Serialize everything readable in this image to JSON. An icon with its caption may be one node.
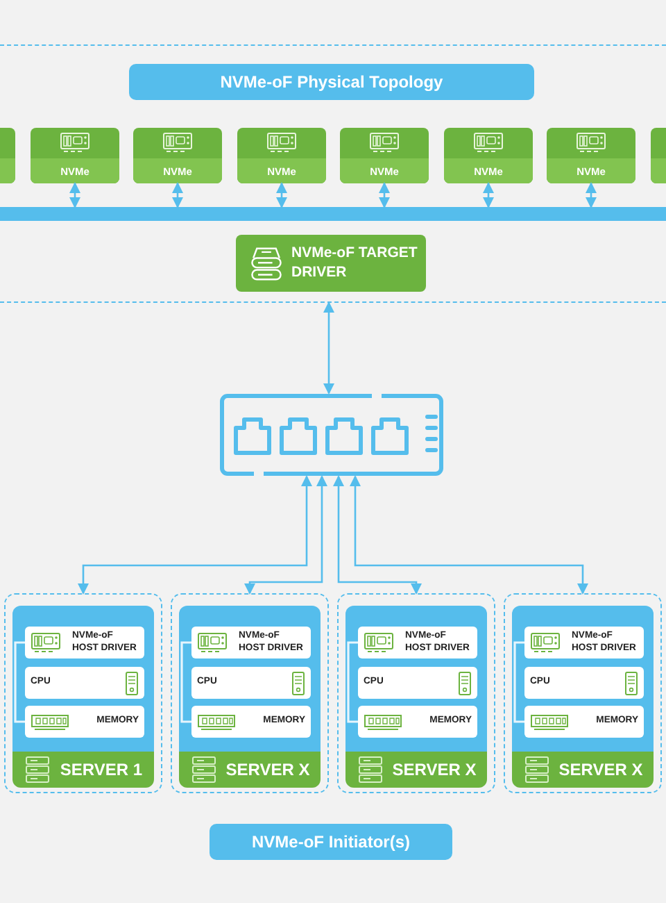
{
  "diagram": {
    "nodes": [
      {
        "text": [],
        "shape": "box"
      },
      {
        "text": [
          "NVMe-oF Physical Topology"
        ],
        "in": 0
      },
      {
        "text": [],
        "shape": "box",
        "in": 0
      },
      {
        "text": [
          "NVMe"
        ],
        "in": 0
      },
      {
        "text": [
          "NVMe"
        ],
        "in": 0
      },
      {
        "text": [
          "NVMe"
        ],
        "in": 0
      },
      {
        "text": [
          "NVMe"
        ],
        "in": 0
      },
      {
        "text": [
          "NVMe"
        ],
        "in": 0
      },
      {
        "text": [
          "NVMe"
        ],
        "in": 0
      },
      {
        "text": [],
        "shape": "box",
        "in": 0
      },
      {
        "text": [],
        "shape": "bar",
        "in": 0
      },
      {
        "text": [
          "NVMe-oF TARGET DRIVER"
        ],
        "in": 0
      },
      {
        "text": [],
        "shape": "switch"
      },
      {
        "text": [
          "SERVER 1"
        ]
      },
      {
        "text": [
          "NVMe-oF HOST DRIVER"
        ],
        "in": 13
      },
      {
        "text": [
          "CPU"
        ],
        "in": 13
      },
      {
        "text": [
          "MEMORY"
        ],
        "in": 13
      },
      {
        "text": [
          "SERVER X"
        ]
      },
      {
        "text": [
          "NVMe-oF HOST DRIVER"
        ],
        "in": 17
      },
      {
        "text": [
          "CPU"
        ],
        "in": 17
      },
      {
        "text": [
          "MEMORY"
        ],
        "in": 17
      },
      {
        "text": [
          "SERVER X"
        ]
      },
      {
        "text": [
          "NVMe-oF HOST DRIVER"
        ],
        "in": 21
      },
      {
        "text": [
          "CPU"
        ],
        "in": 21
      },
      {
        "text": [
          "MEMORY"
        ],
        "in": 21
      },
      {
        "text": [
          "SERVER X"
        ]
      },
      {
        "text": [
          "NVMe-oF HOST DRIVER"
        ],
        "in": 25
      },
      {
        "text": [
          "CPU"
        ],
        "in": 25
      },
      {
        "text": [
          "MEMORY"
        ],
        "in": 25
      },
      {
        "text": [
          "NVMe-oF Initiator(s)"
        ]
      }
    ],
    "edges": [
      {
        "from": 3,
        "to": 10,
        "arrow": "both"
      },
      {
        "from": 4,
        "to": 10,
        "arrow": "both"
      },
      {
        "from": 5,
        "to": 10,
        "arrow": "both"
      },
      {
        "from": 6,
        "to": 10,
        "arrow": "both"
      },
      {
        "from": 7,
        "to": 10,
        "arrow": "both"
      },
      {
        "from": 8,
        "to": 10,
        "arrow": "both"
      },
      {
        "from": 0,
        "to": 12,
        "arrow": "both"
      },
      {
        "from": 13,
        "to": 12,
        "arrow": "both"
      },
      {
        "from": 17,
        "to": 12,
        "arrow": "both"
      },
      {
        "from": 21,
        "to": 12,
        "arrow": "both"
      },
      {
        "from": 25,
        "to": 12,
        "arrow": "both"
      },
      {
        "from": 14,
        "to": 16,
        "arrow": "none",
        "color": "#e6f5fd"
      },
      {
        "from": 18,
        "to": 20,
        "arrow": "none",
        "color": "#e6f5fd"
      },
      {
        "from": 22,
        "to": 24,
        "arrow": "none",
        "color": "#e6f5fd"
      },
      {
        "from": 26,
        "to": 28,
        "arrow": "none",
        "color": "#e6f5fd"
      }
    ]
  }
}
